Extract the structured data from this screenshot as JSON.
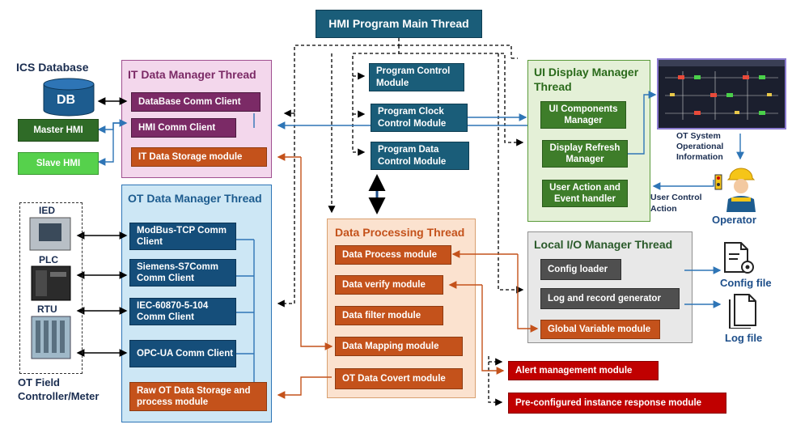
{
  "main_thread": "HMI Program Main Thread",
  "ics_database": {
    "title": "ICS Database",
    "db_label": "DB"
  },
  "hmi_clients": {
    "master": "Master HMI",
    "slave": "Slave HMI"
  },
  "it_manager": {
    "title": "IT Data Manager Thread",
    "modules": [
      "DataBase Comm Client",
      "HMI Comm Client",
      "IT Data Storage module"
    ]
  },
  "program_modules": [
    "Program Control Module",
    "Program Clock Control Module",
    "Program Data Control Module"
  ],
  "ui_manager": {
    "title": "UI Display Manager Thread",
    "modules": [
      "UI Components Manager",
      "Display Refresh Manager",
      "User Action and Event handler"
    ]
  },
  "ot_system_info": "OT System Operational Information",
  "user_control_action": "User Control Action",
  "operator_label": "Operator",
  "ot_manager": {
    "title": "OT Data Manager Thread",
    "modules": [
      "ModBus-TCP Comm Client",
      "Siemens-S7Comm Comm Client",
      "IEC-60870-5-104 Comm Client",
      "OPC-UA Comm Client",
      "Raw OT Data Storage and process module"
    ]
  },
  "field_devices": {
    "ied": "IED",
    "plc": "PLC",
    "rtu": "RTU",
    "caption": "OT Field Controller/Meter"
  },
  "data_processing": {
    "title": "Data Processing Thread",
    "modules": [
      "Data Process module",
      "Data verify module",
      "Data filter module",
      "Data Mapping module",
      "OT Data Covert module"
    ]
  },
  "local_io": {
    "title": "Local I/O Manager Thread",
    "modules": [
      "Config loader",
      "Log and record  generator",
      "Global Variable module"
    ]
  },
  "files": {
    "config": "Config file",
    "log": "Log file"
  },
  "alert_modules": [
    "Alert management module",
    "Pre-configured instance response module"
  ],
  "colors": {
    "it_panel": "#f3d7ec",
    "ot_panel": "#cde7f5",
    "dp_panel": "#fbe2cf",
    "ui_panel": "#e4f0d7",
    "io_panel": "#e8e8e8",
    "arrow_blue": "#2e75b6",
    "arrow_orange": "#c4521b"
  }
}
